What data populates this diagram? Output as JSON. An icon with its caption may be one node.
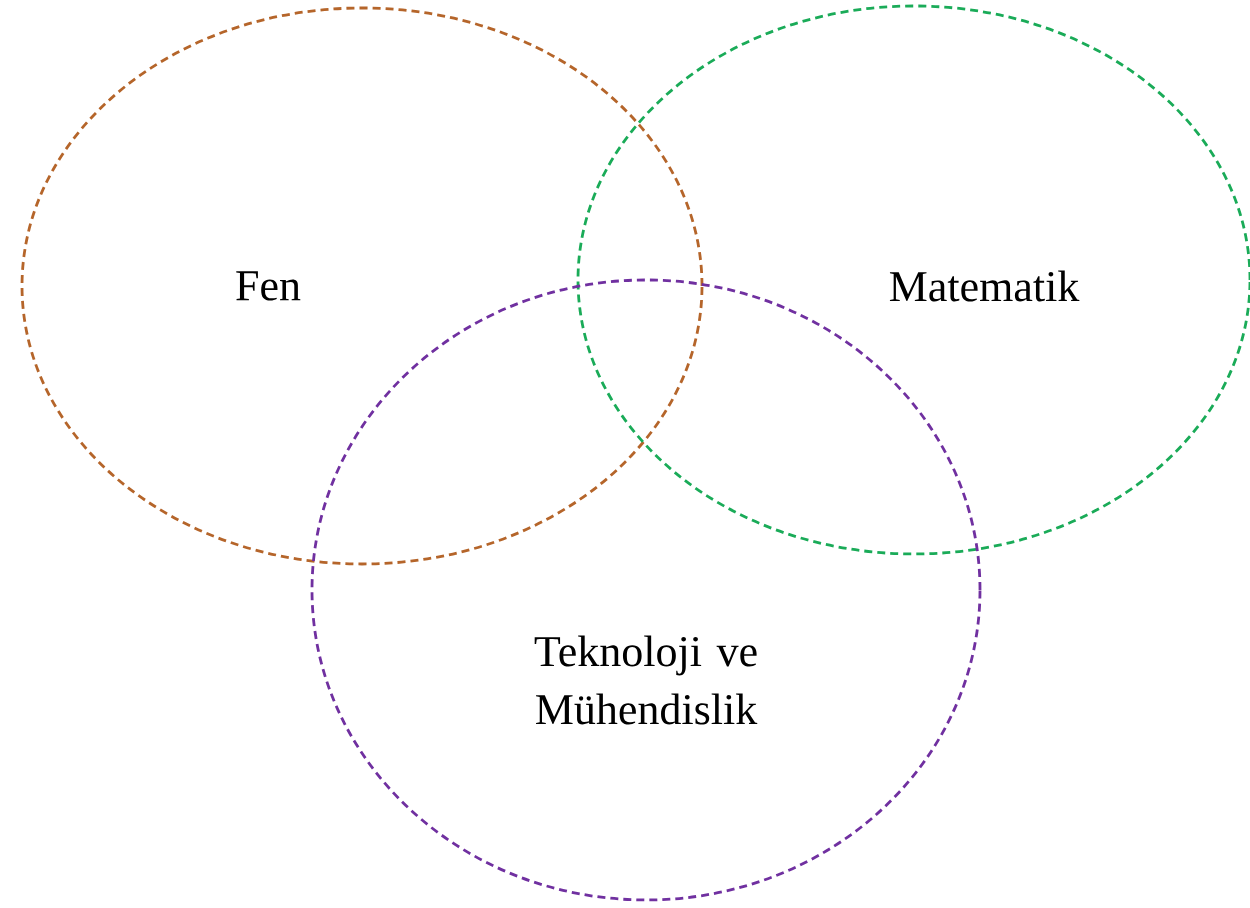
{
  "diagram": {
    "nodes": [
      {
        "text": [
          "Fen"
        ]
      },
      {
        "text": [
          "Matematik"
        ]
      },
      {
        "text": [
          "Teknoloji ve Mühendislik"
        ]
      }
    ]
  }
}
